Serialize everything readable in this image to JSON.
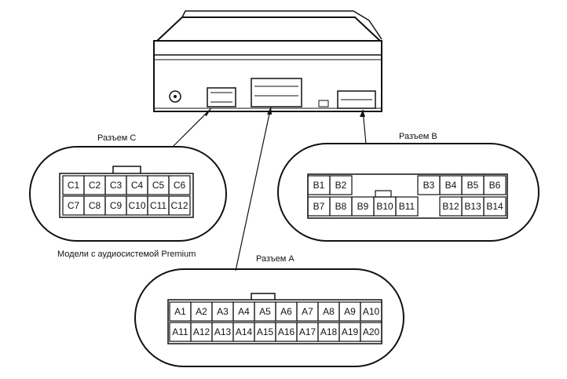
{
  "labels": {
    "connector_c": "Разъем С",
    "connector_b": "Разъем В",
    "connector_a": "Разъем А",
    "premium_note": "Модели с аудиосистемой Premium"
  },
  "connector_c": {
    "row1": [
      "C1",
      "C2",
      "C3",
      "C4",
      "C5",
      "C6"
    ],
    "row2": [
      "C7",
      "C8",
      "C9",
      "C10",
      "C11",
      "C12"
    ]
  },
  "connector_b": {
    "row1_left": [
      "B1",
      "B2"
    ],
    "row1_right": [
      "B3",
      "B4",
      "B5",
      "B6"
    ],
    "row2": [
      "B7",
      "B8",
      "B9",
      "B10",
      "B11"
    ],
    "row2_right": [
      "B12",
      "B13",
      "B14"
    ]
  },
  "connector_a": {
    "row1": [
      "A1",
      "A2",
      "A3",
      "A4",
      "A5",
      "A6",
      "A7",
      "A8",
      "A9",
      "A10"
    ],
    "row2": [
      "A11",
      "A12",
      "A13",
      "A14",
      "A15",
      "A16",
      "A17",
      "A18",
      "A19",
      "A20"
    ]
  }
}
